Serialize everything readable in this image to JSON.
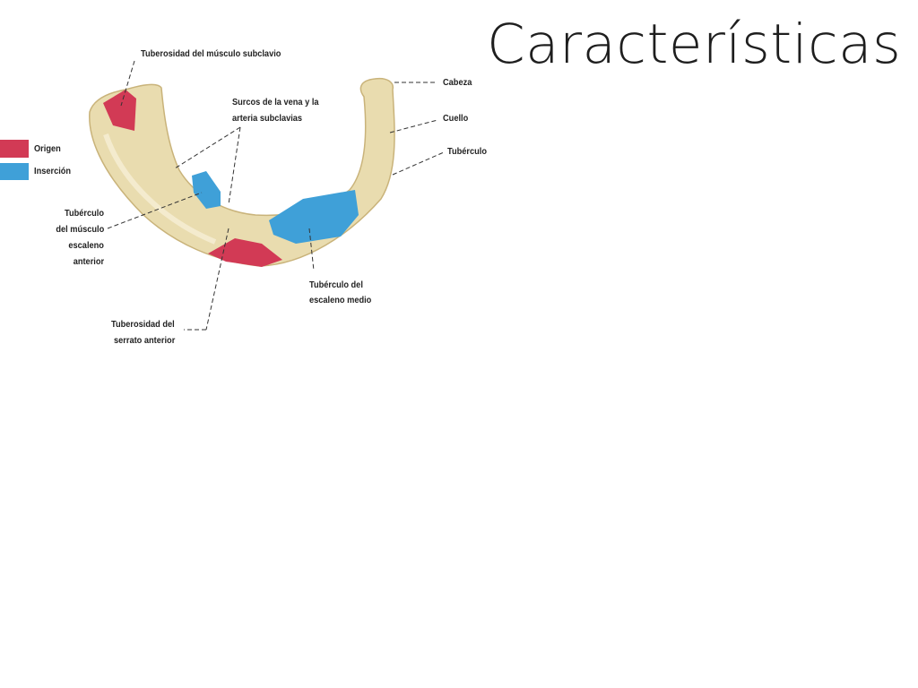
{
  "slide": {
    "title": "Características"
  },
  "legend": {
    "items": [
      {
        "label": "Origen",
        "color": "#d23a55"
      },
      {
        "label": "Inserción",
        "color": "#3fa0d8"
      }
    ]
  },
  "diagram": {
    "labels": {
      "tuberosidad_subclavio": "Tuberosidad del músculo subclavio",
      "cabeza": "Cabeza",
      "surcos_1": "Surcos de la vena y la",
      "surcos_2": "arteria subclavias",
      "cuello": "Cuello",
      "tuberculo": "Tubérculo",
      "escaleno_anterior_1": "Tubérculo",
      "escaleno_anterior_2": "del músculo",
      "escaleno_anterior_3": "escaleno",
      "escaleno_anterior_4": "anterior",
      "escaleno_medio_1": "Tubérculo del",
      "escaleno_medio_2": "escaleno medio",
      "serrato_1": "Tuberosidad del",
      "serrato_2": "serrato anterior"
    }
  }
}
